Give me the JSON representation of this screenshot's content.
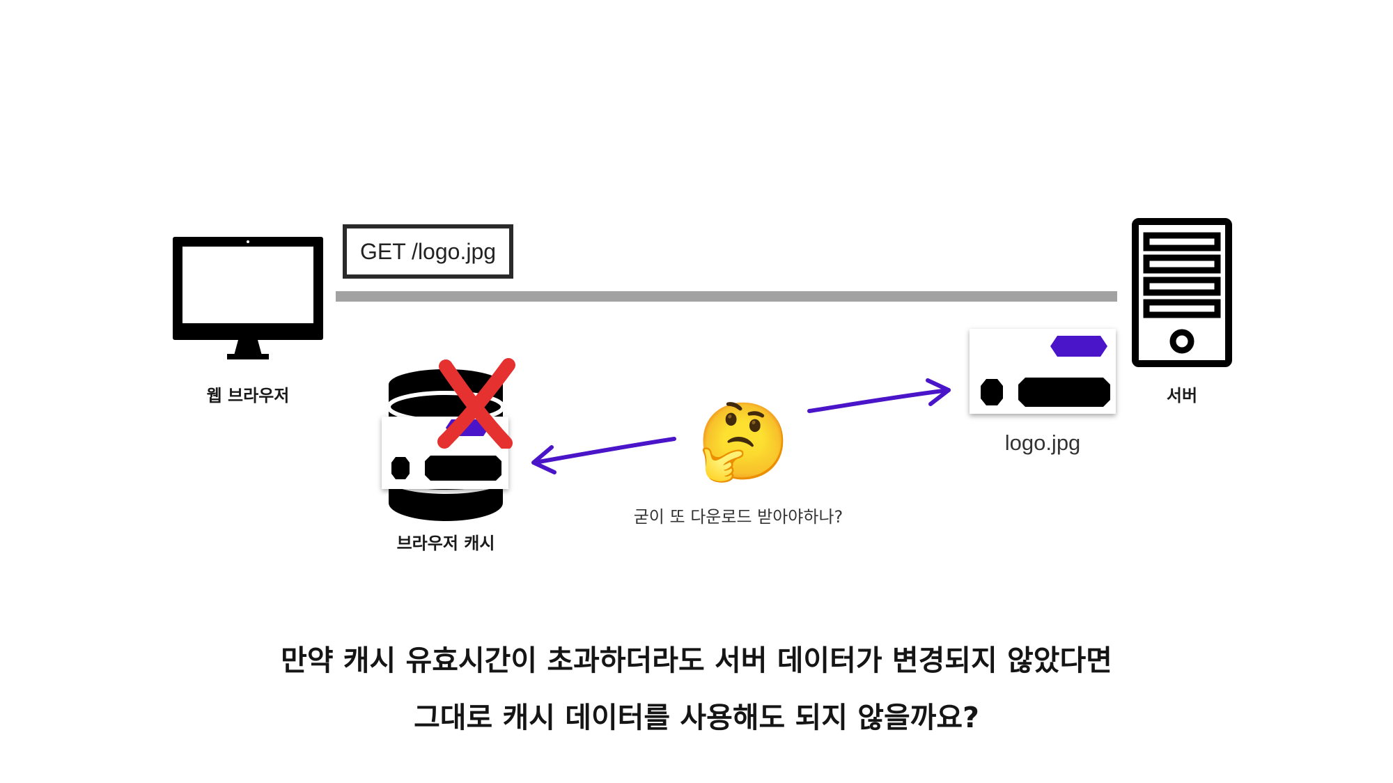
{
  "request": {
    "label": "GET /logo.jpg"
  },
  "browser": {
    "label": "웹 브라우저",
    "icon": "desktop-monitor-icon"
  },
  "cache": {
    "label": "브라우저 캐시",
    "icon": "database-icon",
    "status_icon": "red-x-icon"
  },
  "server": {
    "label": "서버",
    "icon": "server-tower-icon"
  },
  "server_file": {
    "label": "logo.jpg"
  },
  "thinking": {
    "icon": "thinking-face-emoji",
    "emoji": "🤔",
    "caption": "굳이 또 다운로드 받아야하나?"
  },
  "bottom": {
    "line1": "만약 캐시 유효시간이 초과하더라도 서버 데이터가 변경되지 않았다면",
    "line2": "그대로 캐시 데이터를 사용해도 되지 않을까요?"
  },
  "colors": {
    "accent_purple": "#4a14c9",
    "x_red": "#e5312f",
    "wire_gray": "#a2a2a2",
    "ink": "#000000"
  }
}
